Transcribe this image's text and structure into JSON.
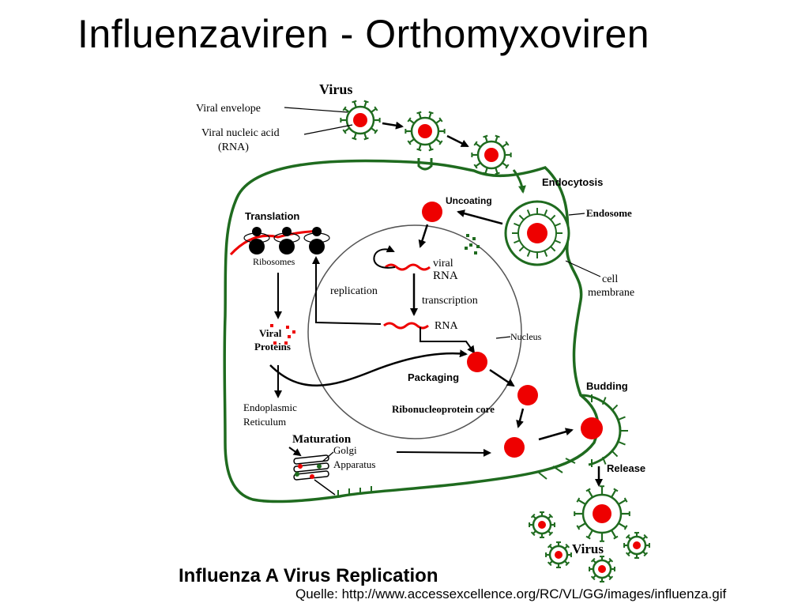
{
  "slide": {
    "title": "Influenzaviren - Orthomyxoviren",
    "source": "Quelle: http://www.accessexcellence.org/RC/VL/GG/images/influenza.gif"
  },
  "diagram": {
    "title": "Influenza A Virus Replication",
    "colors": {
      "membrane": "#1f6b1f",
      "core": "#ee0000",
      "arrow": "#000000"
    },
    "labels": {
      "virus_top": "Virus",
      "viral_envelope": "Viral envelope",
      "viral_nucleic_acid_1": "Viral nucleic acid",
      "viral_nucleic_acid_2": "(RNA)",
      "endocytosis": "Endocytosis",
      "endosome": "Endosome",
      "uncoating": "Uncoating",
      "cell_membrane_1": "cell",
      "cell_membrane_2": "membrane",
      "translation": "Translation",
      "ribosomes": "Ribosomes",
      "viral_rna_1": "viral",
      "viral_rna_2": "RNA",
      "replication": "replication",
      "transcription": "transcription",
      "rna": "RNA",
      "nucleus": "Nucleus",
      "viral_proteins_1": "Viral",
      "viral_proteins_2": "Proteins",
      "packaging": "Packaging",
      "rnp_core": "Ribonucleoprotein core",
      "er_1": "Endoplasmic",
      "er_2": "Reticulum",
      "maturation": "Maturation",
      "golgi_1": "Golgi",
      "golgi_2": "Apparatus",
      "budding": "Budding",
      "release": "Release",
      "virus_bottom": "Virus"
    }
  }
}
